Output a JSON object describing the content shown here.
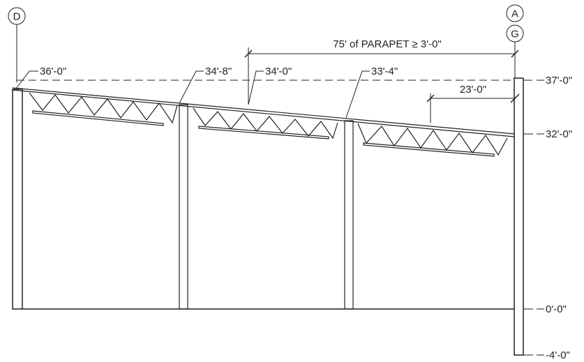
{
  "grid_lines": {
    "left": "D",
    "right_top": "A",
    "right_bottom": "G"
  },
  "parapet_note": "75' of PARAPET ≥ 3'-0\"",
  "roof_elevations": {
    "at_left_wall": "36'-0\"",
    "at_first_column": "34'-8\"",
    "at_parapet_start": "34'-0\"",
    "at_second_column": "33'-4\""
  },
  "right_dimension": "23'-0\"",
  "elevation_markers": [
    "37'-0\"",
    "32'-0\"",
    "0'-0\"",
    "-4'-0\""
  ],
  "colors": {
    "line": "#231f20",
    "background": "#ffffff"
  }
}
